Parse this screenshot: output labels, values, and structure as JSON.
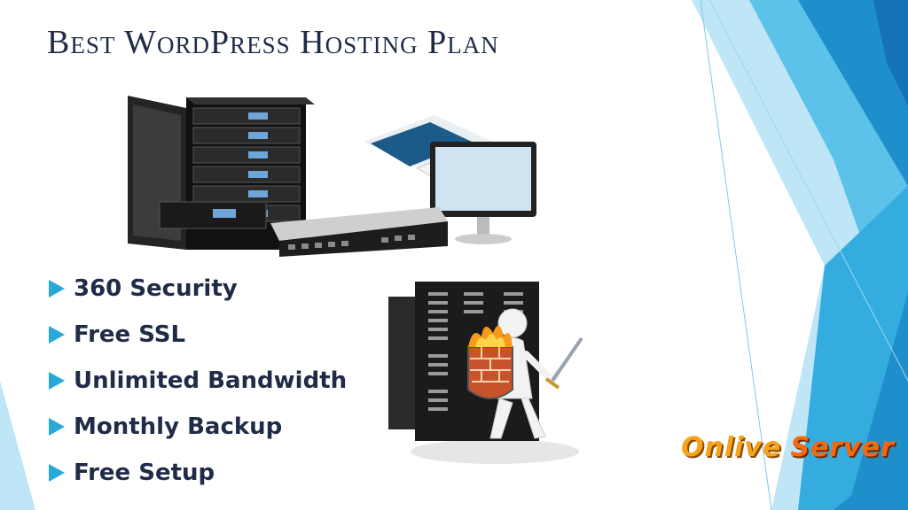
{
  "slide": {
    "title": "Best WordPress Hosting Plan",
    "bullets": [
      {
        "label": "360 Security"
      },
      {
        "label": "Free SSL"
      },
      {
        "label": "Unlimited Bandwidth"
      },
      {
        "label": "Monthly Backup"
      },
      {
        "label": "Free Setup"
      }
    ],
    "logo": {
      "word1": "Onlive",
      "word2": "Server"
    },
    "colors": {
      "title": "#1f2b47",
      "bullet_arrow": "#29a8d9",
      "accent_blue": "#1f9fd6",
      "logo_orange": "#f7a21b"
    }
  },
  "illustrations": {
    "hero": "server-rack-and-monitor-illustration",
    "security": "firewall-guard-illustration"
  }
}
